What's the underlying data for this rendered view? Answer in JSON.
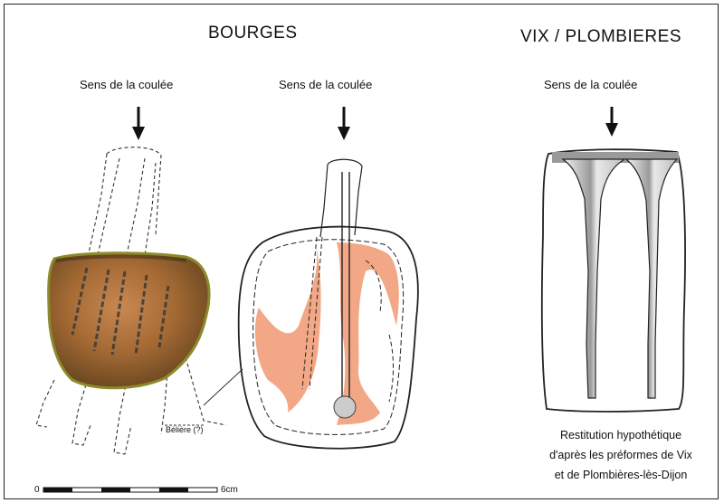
{
  "titles": {
    "left": "BOURGES",
    "right": "VIX / PLOMBIERES"
  },
  "flow_labels": {
    "left": "Sens de la coulée",
    "middle": "Sens de la coulée",
    "right": "Sens de la coulée"
  },
  "annotation": "Bélière (?)",
  "caption_lines": [
    "Restitution hypothétique",
    "d'après les préformes de Vix",
    "et de Plombières-lès-Dijon"
  ],
  "scale": {
    "start": "0",
    "end": "6cm"
  },
  "colors": {
    "ingot_dark": "#6e4a22",
    "ingot_light": "#c98852",
    "ingot_rim": "#8c8a2a",
    "copper_fill": "#f2a886",
    "line": "#222222"
  }
}
